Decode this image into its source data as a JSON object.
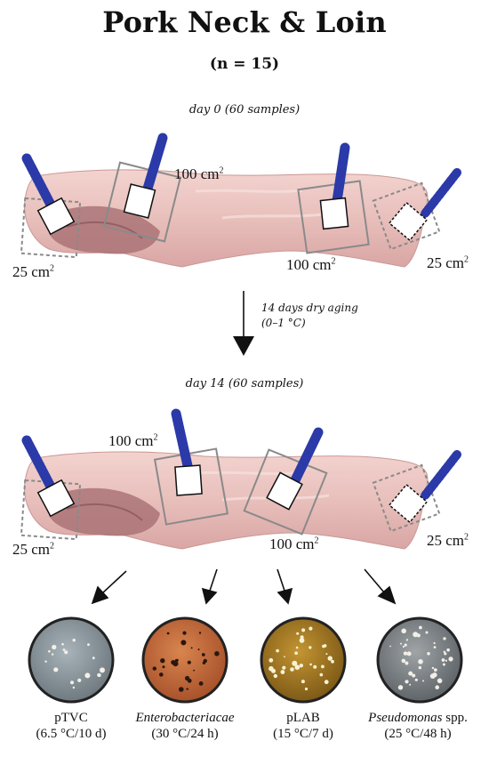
{
  "header": {
    "title": "Pork Neck & Loin",
    "subtitle": "(n = 15)"
  },
  "sampling_day0": {
    "label": "day 0 (60 samples)",
    "area_left": "25 cm",
    "area_mid_left": "100 cm",
    "area_mid_right": "100 cm",
    "area_right": "25 cm",
    "superscript": "2"
  },
  "aging_step": {
    "line1": "14 days dry aging",
    "line2": "(0–1 °C)"
  },
  "sampling_day14": {
    "label": "day 14 (60 samples)",
    "area_left": "25 cm",
    "area_mid_left": "100 cm",
    "area_mid_right": "100 cm",
    "area_right": "25 cm",
    "superscript": "2"
  },
  "plates": [
    {
      "name": "pTVC",
      "conditions": "(6.5 °C/10 d)",
      "color": "#8f9aa0"
    },
    {
      "name": "Enterobacteriacae",
      "conditions": "(30 °C/24 h)",
      "color": "#c8693c"
    },
    {
      "name": "pLAB",
      "conditions": "(15 °C/7 d)",
      "color": "#a87a22"
    },
    {
      "name": "Pseudomonas",
      "name_suffix": " spp.",
      "conditions": "(25 °C/48 h)",
      "color": "#858a8e"
    }
  ],
  "colors": {
    "swab_handle": "#2b3aa8",
    "meat": "#ecc4c0",
    "meat_dark": "#b77f83",
    "frame": "#8a8a8a"
  }
}
